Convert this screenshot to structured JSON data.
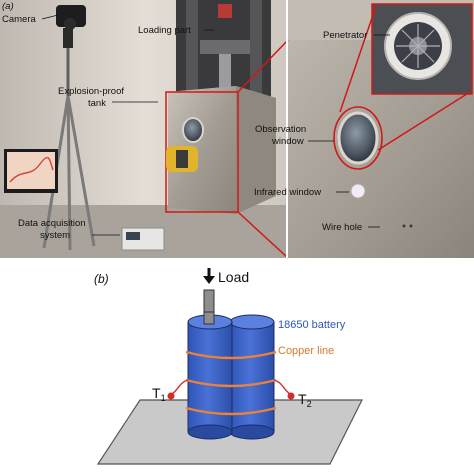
{
  "panel_a": {
    "label": "(a)",
    "callouts": {
      "camera": "Camera",
      "loading_part": "Loading part",
      "explosion_proof_line1": "Explosion-proof",
      "explosion_proof_line2": "tank",
      "penetrator": "Penetrator",
      "observation_line1": "Observation",
      "observation_line2": "window",
      "infrared_window": "Infrared window",
      "wire_hole": "Wire hole",
      "daq_line1": "Data acquisition",
      "daq_line2": "system"
    }
  },
  "panel_b": {
    "label": "(b)",
    "load": "Load",
    "battery": "18650 battery",
    "copper_line": "Copper line",
    "t1_main": "T",
    "t1_sub": "1",
    "t2_main": "T",
    "t2_sub": "2"
  },
  "colors": {
    "battery_blue": "#3d63c4",
    "copper_orange": "#e8833a",
    "thermocouple_red": "#d62b2b",
    "plate_gray": "#c9c9c9",
    "label_blue": "#2f57b5",
    "label_orange": "#d9782c"
  }
}
